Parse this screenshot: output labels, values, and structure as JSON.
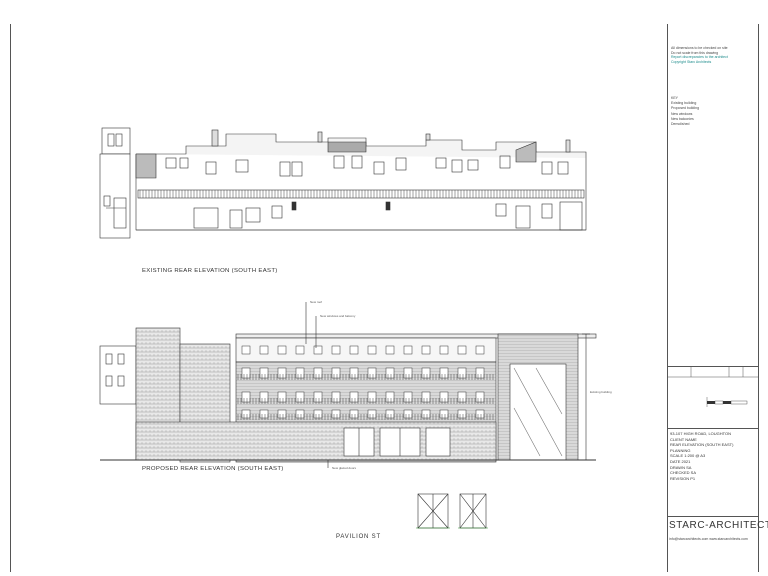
{
  "drawing": {
    "existing_label": "EXISTING REAR ELEVATION (SOUTH EAST)",
    "proposed_label": "PROPOSED REAR ELEVATION (SOUTH EAST)",
    "street_label": "PAVILION ST",
    "callout_top": "New roof",
    "callout_mid": "New windows and balcony",
    "callout_bottom": "New glazed doors",
    "callout_right": "Existing building"
  },
  "titleblock": {
    "notes": [
      "All dimensions to be checked on site",
      "Do not scale from this drawing",
      "Report discrepancies to the architect",
      "Copyright Starc Architects"
    ],
    "key": [
      "KEY",
      "Existing building",
      "Proposed building",
      "New windows",
      "New balconies",
      "Demolished"
    ],
    "project": "93-107 HIGH ROAD, LOUGHTON",
    "client": "CLIENT NAME",
    "drawing_title": "REAR ELEVATION (SOUTH EAST)",
    "rows": [
      "PLANNING",
      "SCALE  1:200 @ A3",
      "DATE   2021",
      "DRAWN  SA",
      "CHECKED  SA",
      "REVISION  P1"
    ],
    "brand": "STARC-ARCHITECTS",
    "brand_sub": "info@starcarchitects.com  www.starcarchitects.com"
  }
}
